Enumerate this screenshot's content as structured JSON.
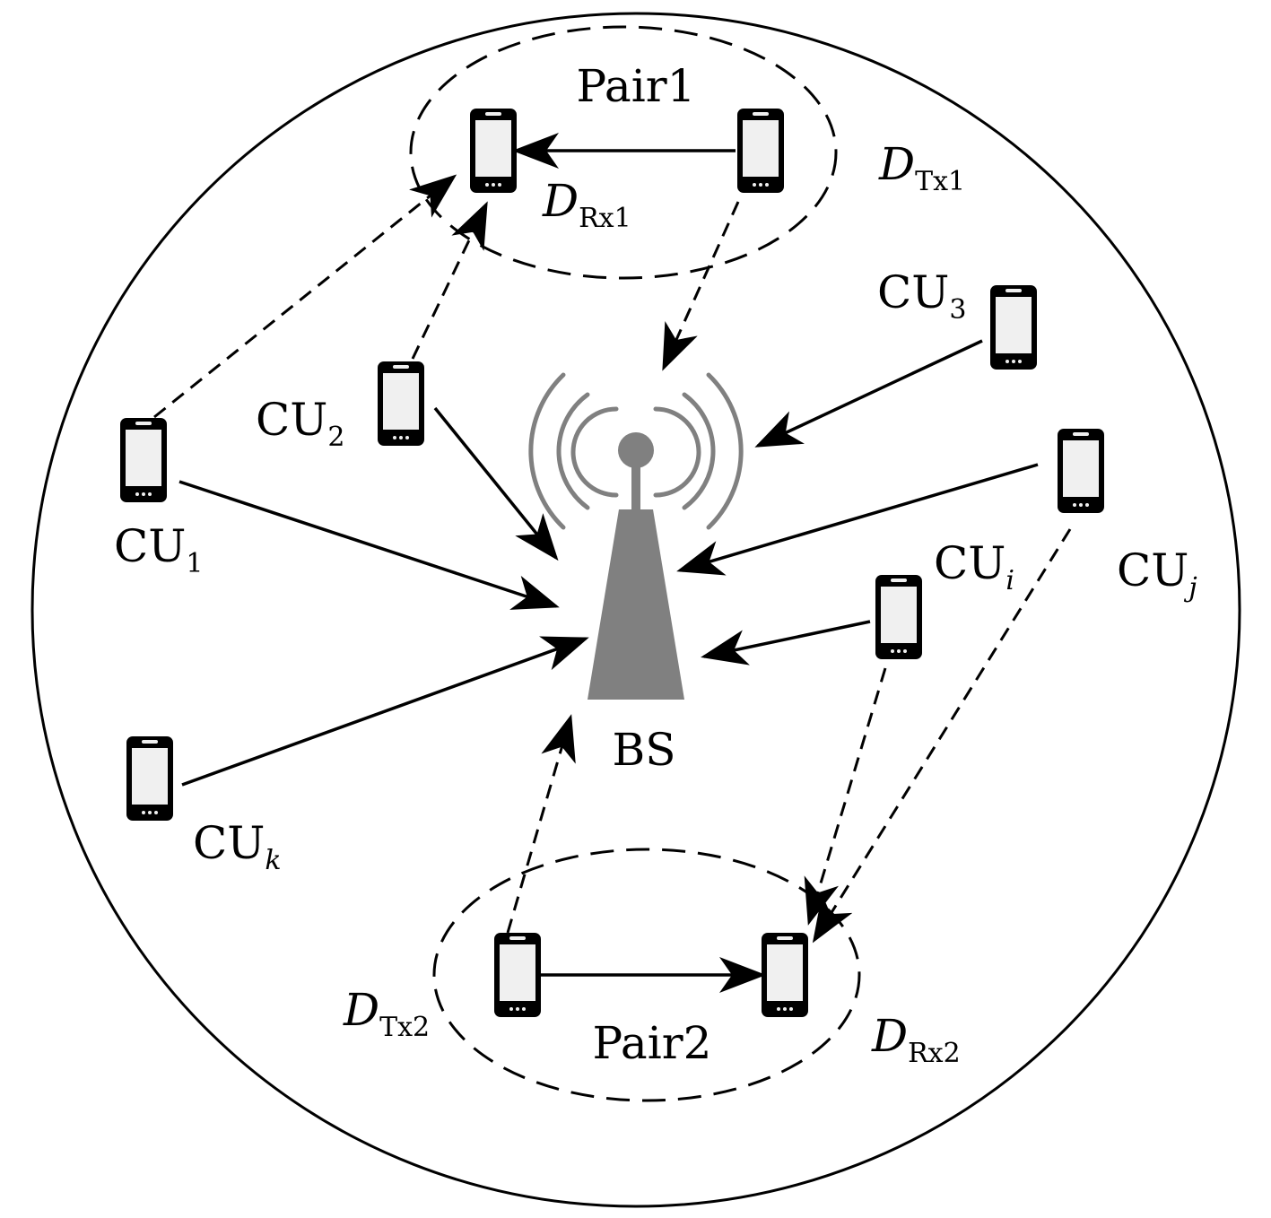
{
  "colors": {
    "ink": "#000000",
    "tower": "#808080",
    "phone_screen": "#f0f0f0"
  },
  "icons": {
    "phone": "smartphone-icon",
    "tower": "base-station-icon"
  },
  "pair1": {
    "label": "Pair1",
    "rx_main": "D",
    "rx_sub": "Rx1",
    "tx_main": "D",
    "tx_sub": "Tx1"
  },
  "pair2": {
    "label": "Pair2",
    "rx_main": "D",
    "rx_sub": "Rx2",
    "tx_main": "D",
    "tx_sub": "Tx2"
  },
  "bs": {
    "label": "BS"
  },
  "cu": {
    "cu1": {
      "main": "CU",
      "sub": "1"
    },
    "cu2": {
      "main": "CU",
      "sub": "2"
    },
    "cu3": {
      "main": "CU",
      "sub": "3"
    },
    "cui": {
      "main": "CU",
      "sub": "i"
    },
    "cuj": {
      "main": "CU",
      "sub": "j"
    },
    "cuk": {
      "main": "CU",
      "sub": "k"
    }
  }
}
